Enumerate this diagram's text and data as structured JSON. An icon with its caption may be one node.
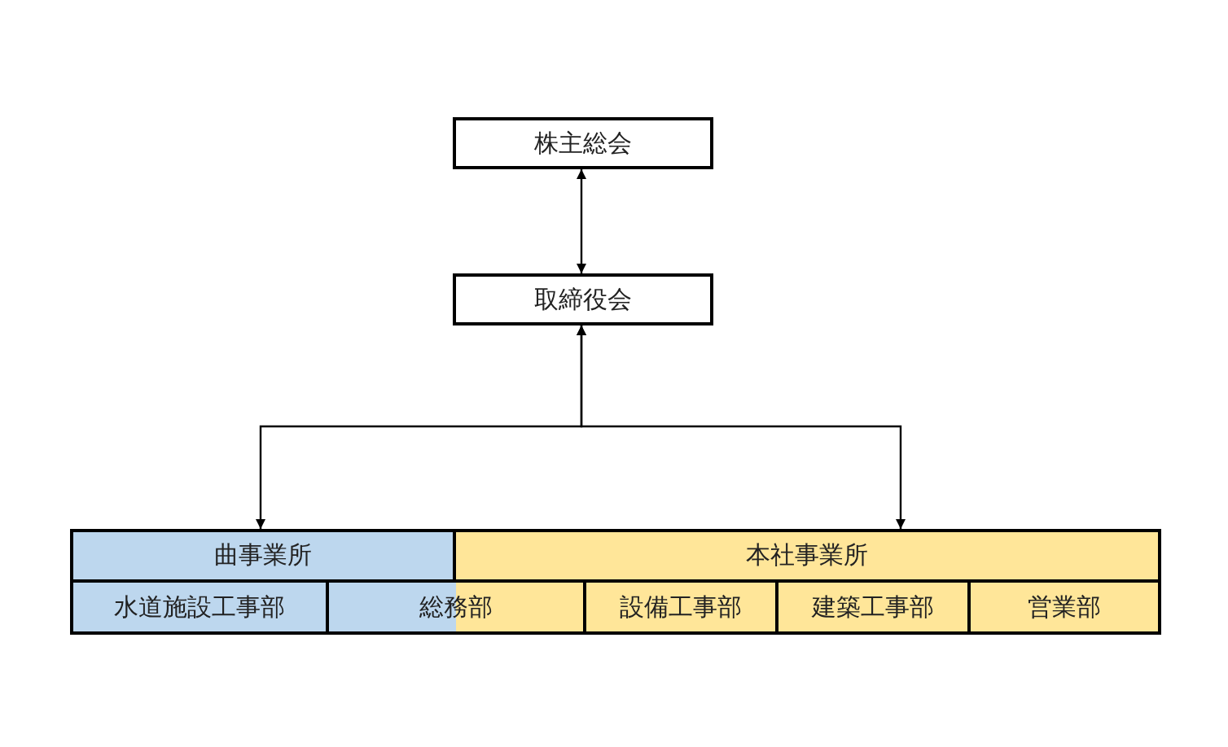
{
  "diagram": {
    "nodes": [
      {
        "text": [
          "株主総会"
        ]
      },
      {
        "text": [
          "取締役会"
        ]
      },
      {
        "text": [
          "曲事業所"
        ]
      },
      {
        "text": [
          "本社事業所"
        ]
      },
      {
        "text": [
          "水道施設工事部"
        ]
      },
      {
        "text": [
          "総務部"
        ]
      },
      {
        "text": [
          "設備工事部"
        ]
      },
      {
        "text": [
          "建築工事部"
        ]
      },
      {
        "text": [
          "営業部"
        ]
      }
    ],
    "edges": [
      {
        "from": 0,
        "to": 1,
        "arrow": "both"
      },
      {
        "from": 1,
        "to": 2,
        "arrow": "both"
      },
      {
        "from": 1,
        "to": 3,
        "arrow": "both"
      }
    ]
  }
}
